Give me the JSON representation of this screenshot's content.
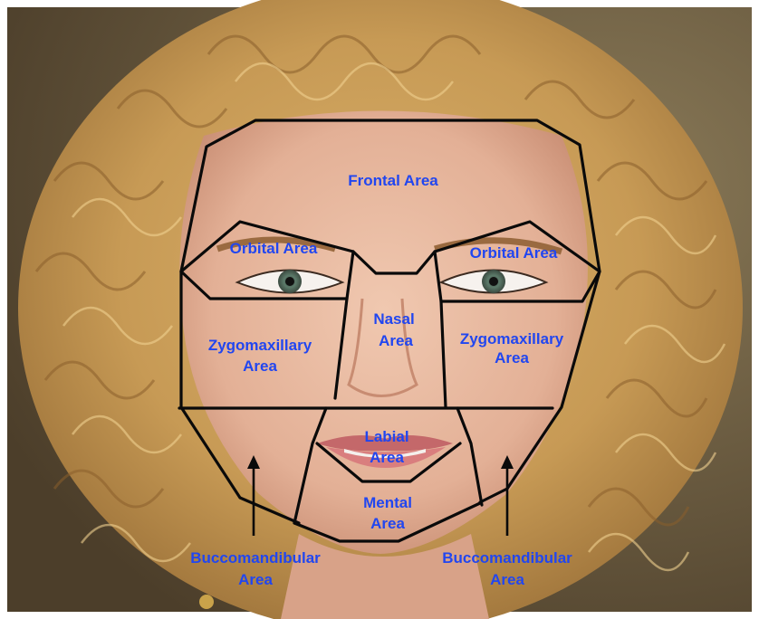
{
  "figure": {
    "labels": {
      "frontal": "Frontal Area",
      "orbital_left": "Orbital Area",
      "orbital_right": "Orbital Area",
      "nasal_line1": "Nasal",
      "nasal_line2": "Area",
      "zygo_left_line1": "Zygomaxillary",
      "zygo_left_line2": "Area",
      "zygo_right_line1": "Zygomaxillary",
      "zygo_right_line2": "Area",
      "labial_line1": "Labial",
      "labial_line2": "Area",
      "mental_line1": "Mental",
      "mental_line2": "Area",
      "bucco_left_line1": "Buccomandibular",
      "bucco_left_line2": "Area",
      "bucco_right_line1": "Buccomandibular",
      "bucco_right_line2": "Area"
    },
    "colors": {
      "label": "#2146f0",
      "outline": "#0a0a0a",
      "hair": "#c79a55",
      "skin": "#e8b9a0",
      "background": "#6a5a40"
    }
  }
}
